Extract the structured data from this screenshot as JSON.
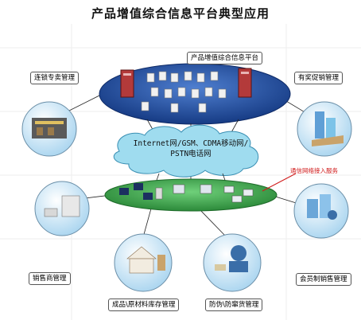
{
  "title": "产品增值综合信息平台典型应用",
  "platform_label": "产品增值综合信息平台",
  "network_label": [
    "Internet网/GSM、CDMA移动网/",
    "PSTN电话网"
  ],
  "access_label": "通信网络接入服务",
  "modules": {
    "chain_store": "连锁专卖管理",
    "promotion": "有奖促销管理",
    "dealer": "销售商管理",
    "member": "会员制销售管理",
    "inventory": "成品\\原材料库存管理",
    "anti_counterfeit": "防伪\\防窜货管理"
  },
  "colors": {
    "ellipse_blue": "#1f4fa8",
    "ellipse_green": "#3fa34d",
    "cloud": "#9fdcef",
    "access_red": "#d01a1a",
    "node_fill": "#cfe8f7"
  }
}
